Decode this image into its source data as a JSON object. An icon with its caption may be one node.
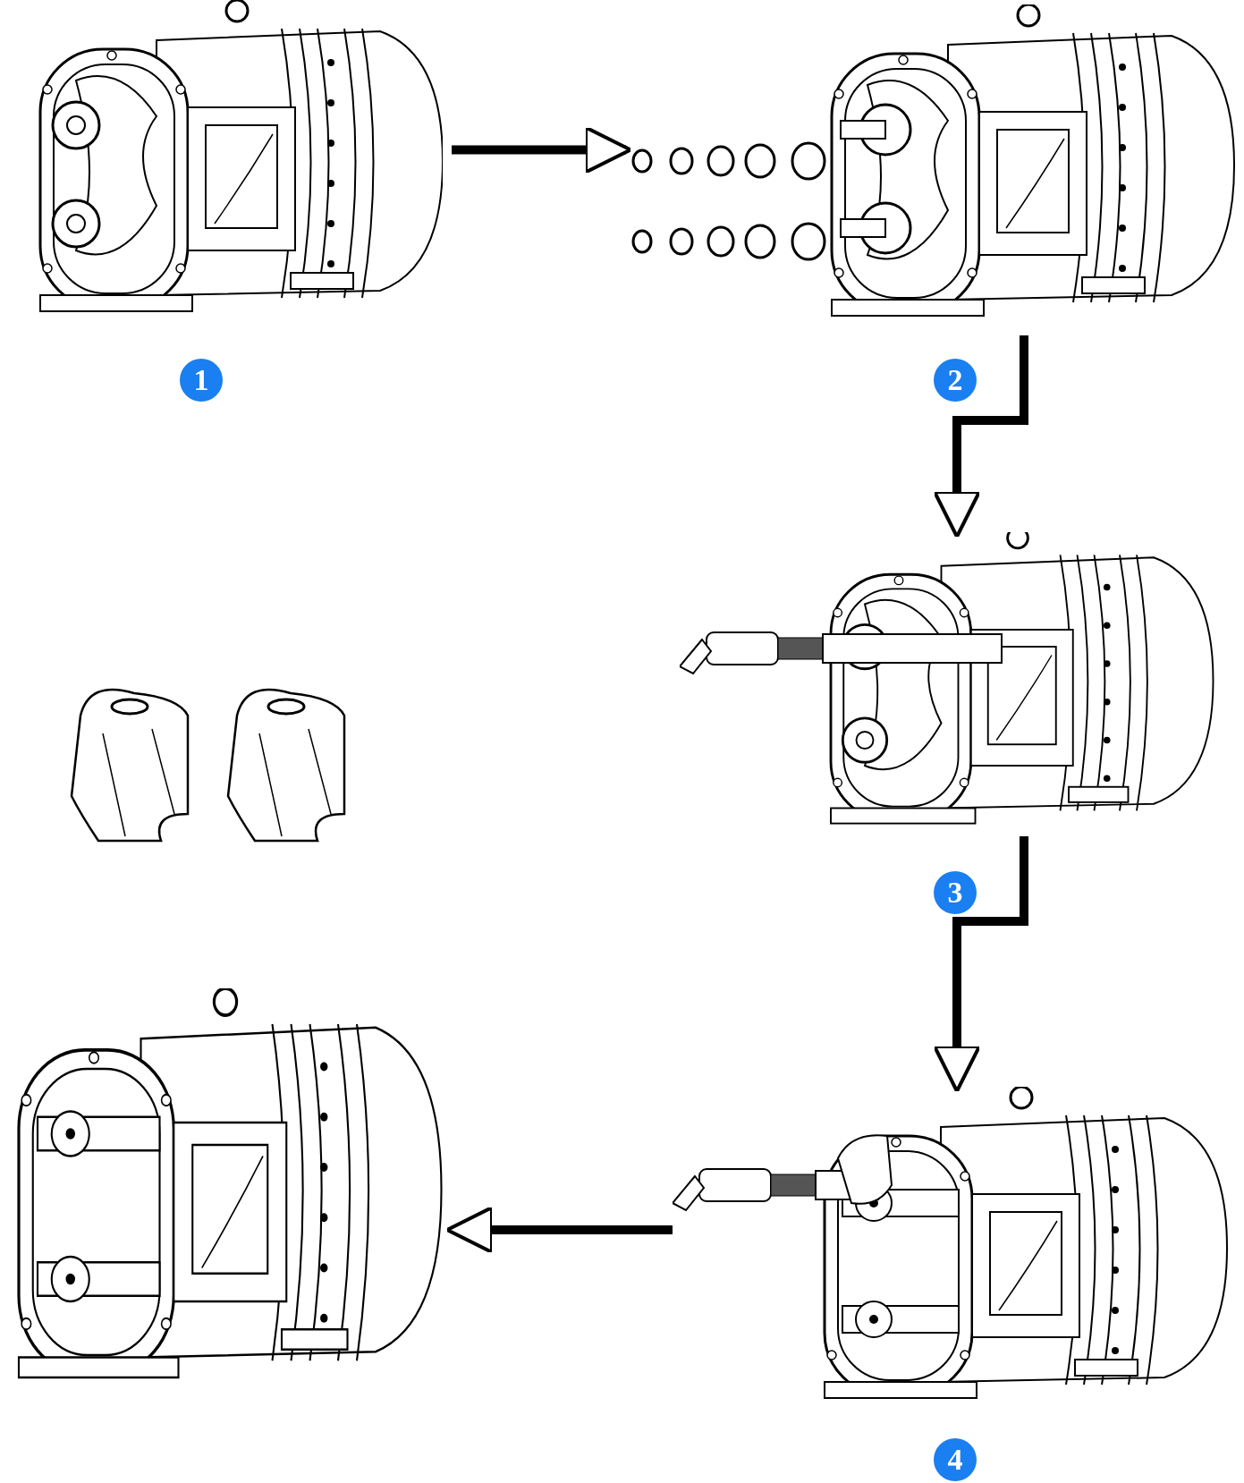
{
  "diagram": {
    "nodes": [
      {
        "text": [],
        "shape": "picture",
        "beside": [
          "1"
        ]
      },
      {
        "text": [],
        "shape": "picture",
        "beside": [
          "2"
        ]
      },
      {
        "text": [],
        "shape": "picture"
      },
      {
        "text": [],
        "shape": "picture",
        "beside": [
          "3"
        ]
      },
      {
        "text": [],
        "shape": "picture"
      },
      {
        "text": [],
        "shape": "picture",
        "beside": [
          "4"
        ]
      }
    ],
    "edges": [
      {
        "from": 0,
        "to": 1,
        "arrow": "to"
      },
      {
        "from": 1,
        "to": 3,
        "arrow": "to"
      },
      {
        "from": 3,
        "to": 5,
        "arrow": "to"
      },
      {
        "from": 5,
        "to": 4,
        "arrow": "to"
      }
    ]
  }
}
